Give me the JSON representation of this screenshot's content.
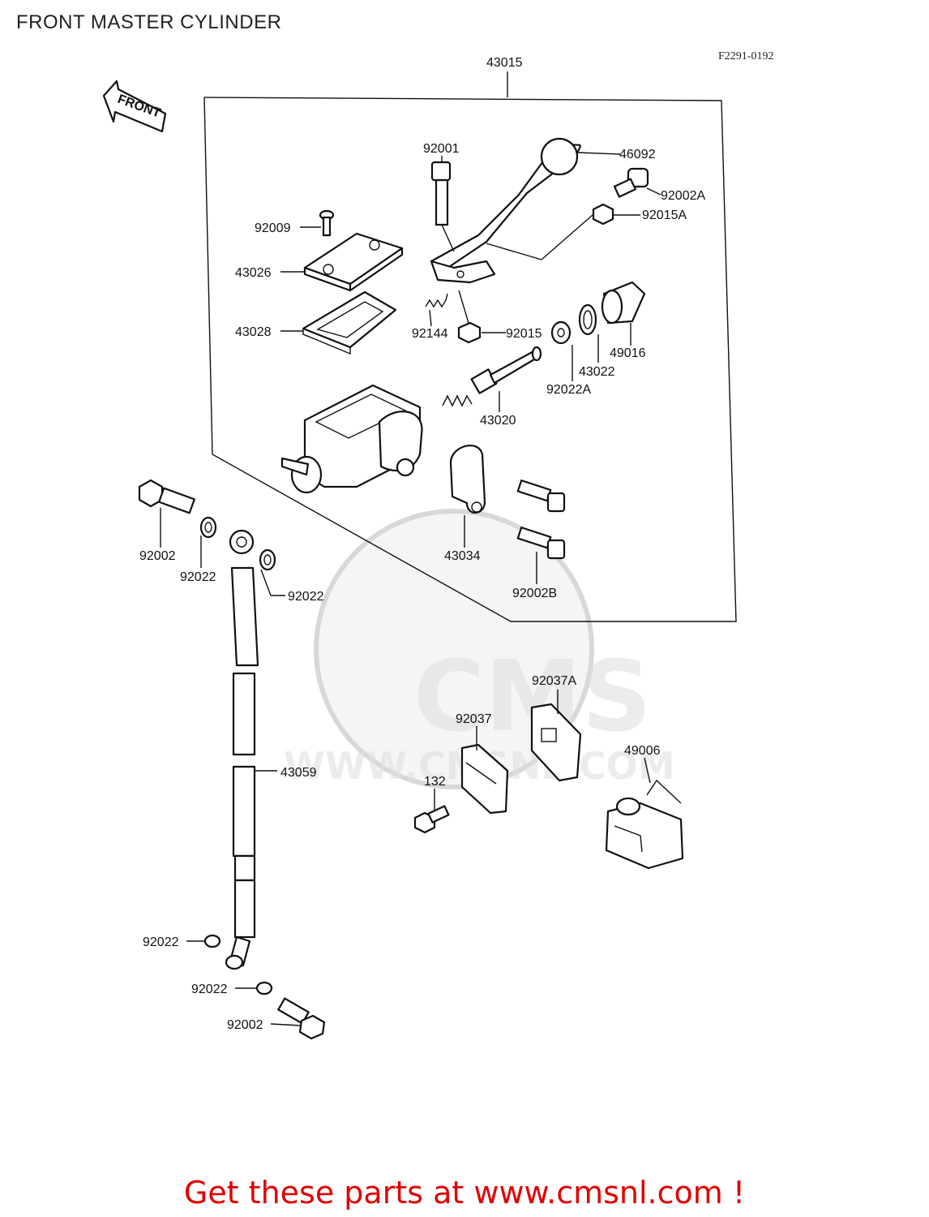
{
  "page": {
    "title": "FRONT MASTER CYLINDER",
    "ref_code": "F2291-0192",
    "promo_text": "Get these parts at www.cmsnl.com !"
  },
  "diagram": {
    "front_arrow_label": "FRONT",
    "watermark": {
      "logo_text": "CMS",
      "url_text": "WWW.CMSNL.COM"
    },
    "callouts": {
      "p43015": "43015",
      "p92001": "92001",
      "p46092": "46092",
      "p92002A": "92002A",
      "p92009": "92009",
      "p92015A": "92015A",
      "p43026": "43026",
      "p43028": "43028",
      "p92144": "92144",
      "p92015": "92015",
      "p49016": "49016",
      "p43022": "43022",
      "p92022A": "92022A",
      "p43020": "43020",
      "p92002_top": "92002",
      "p92022_a": "92022",
      "p92022_b": "92022",
      "p43034": "43034",
      "p92002B": "92002B",
      "p92037A": "92037A",
      "p92037": "92037",
      "p49006": "49006",
      "p43059": "43059",
      "p132": "132",
      "p92022_c": "92022",
      "p92022_d": "92022",
      "p92002_bottom": "92002"
    }
  }
}
